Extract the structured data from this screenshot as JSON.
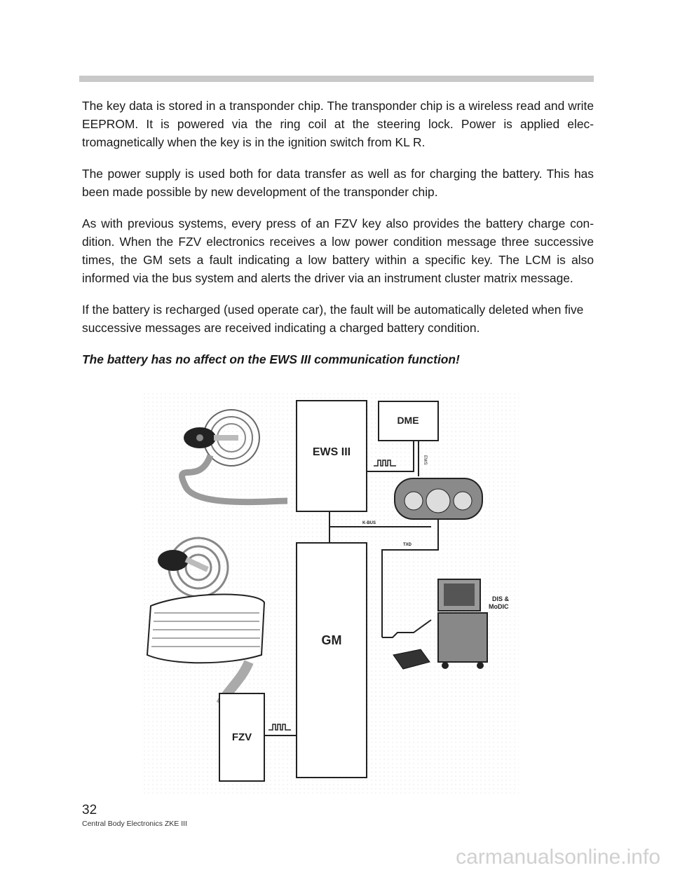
{
  "paragraphs": [
    "The key data is stored in a transponder chip. The transponder chip is a wireless read and write EEPROM. It is powered via the ring coil at the steering lock. Power is applied elec-tromagnetically when the key is in the ignition switch from KL R.",
    "The power supply is used both for data transfer as well as for charging the battery. This has been made possible by new development of the transponder chip.",
    "As with previous systems, every press of an FZV key also provides the battery charge con-dition. When the FZV electronics receives a low power condition message three successive times, the GM sets a fault indicating a low battery within a specific key. The LCM is also informed via the bus system and alerts the driver via an instrument cluster matrix message.",
    "If the battery is recharged (used operate car), the fault will be automatically deleted when five successive messages are received indicating a charged battery condition."
  ],
  "emphasis": "The battery has no affect on the EWS III communication function!",
  "figure": {
    "modules": {
      "ews": "EWS III",
      "dme": "DME",
      "gm": "GM",
      "fzv": "FZV",
      "dis": "DIS &",
      "modic": "MoDIC"
    },
    "bus_labels": {
      "kbus": "K-BUS",
      "txd": "TXD",
      "ews_link": "EWS"
    }
  },
  "page_number": "32",
  "footer": "Central Body Electronics ZKE III",
  "watermark": "carmanualsonline.info"
}
